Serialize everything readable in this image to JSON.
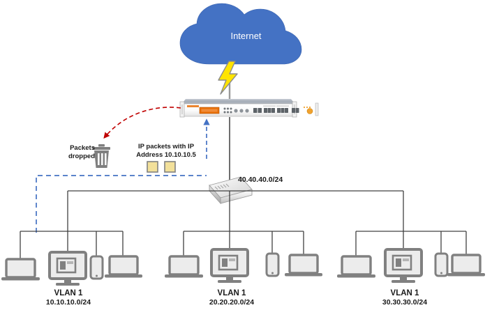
{
  "diagram": {
    "title": "VLAN network topology with firewall packet filtering",
    "cloud": {
      "label": "Internet",
      "fill": "#4472c4",
      "text_color": "#ffffff"
    },
    "firewall": {
      "name": "firewall-appliance",
      "chassis_color": "#fdfdfd",
      "lcd_color": "#e8700a",
      "accent_color": "#f0a22e"
    },
    "lightning": {
      "name": "lightning-bolt",
      "fill": "#ffe400",
      "stroke": "#808080"
    },
    "annotations": {
      "packets_dropped": "Packets dropped",
      "packets_dropped_line1": "Packets",
      "packets_dropped_line2": "dropped",
      "ip_packets_line1": "IP packets with IP",
      "ip_packets_line2": "Address 10.10.10.5",
      "ip_packets_full": "IP packets with IP Address 10.10.10.5",
      "packet_square_fill": "#f2e09a",
      "packet_square_stroke": "#808080",
      "drop_arrow_color": "#c00000",
      "flow_arrow_color": "#4472c4",
      "trash_color": "#808080"
    },
    "switch": {
      "label": "40.40.40.0/24",
      "name": "core-switch",
      "body_color": "#d9d9d9"
    },
    "vlans": [
      {
        "id": "vlan-left",
        "name": "VLAN 1",
        "subnet": "10.10.10.0/24",
        "devices": [
          "laptop",
          "desktop",
          "smartphone",
          "laptop"
        ]
      },
      {
        "id": "vlan-center",
        "name": "VLAN 1",
        "subnet": "20.20.20.0/24",
        "devices": [
          "laptop",
          "desktop",
          "smartphone",
          "laptop"
        ]
      },
      {
        "id": "vlan-right",
        "name": "VLAN 1",
        "subnet": "30.30.30.0/24",
        "devices": [
          "laptop",
          "desktop",
          "smartphone",
          "laptop"
        ]
      }
    ],
    "colors": {
      "link_line": "#404040",
      "device_gray": "#808080",
      "device_fill": "#ececec",
      "blue_dashed": "#4472c4"
    }
  }
}
